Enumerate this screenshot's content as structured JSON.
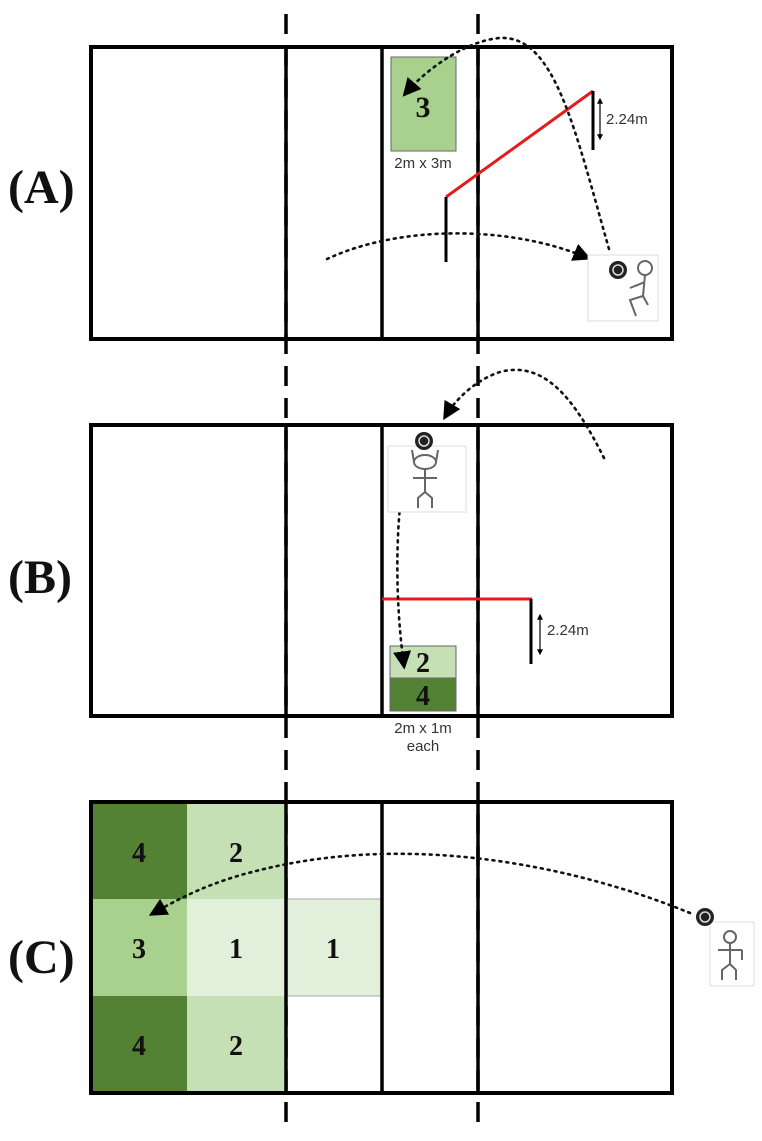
{
  "panels": {
    "a": {
      "label": "(A)",
      "target_zone": "3",
      "target_size": "2m x 3m",
      "rope_height": "2.24m"
    },
    "b": {
      "label": "(B)",
      "zone_upper": "2",
      "zone_lower": "4",
      "rope_height": "2.24m",
      "zone_size_line1": "2m x 1m",
      "zone_size_line2": "each"
    },
    "c": {
      "label": "(C)",
      "zones": [
        "4",
        "2",
        "3",
        "1",
        "1",
        "4",
        "2"
      ]
    }
  },
  "colors": {
    "zone_1": "#e2efda",
    "zone_2": "#c5e0b4",
    "zone_3": "#a9d18e",
    "zone_4": "#548235",
    "rope": "#e41a1c"
  }
}
